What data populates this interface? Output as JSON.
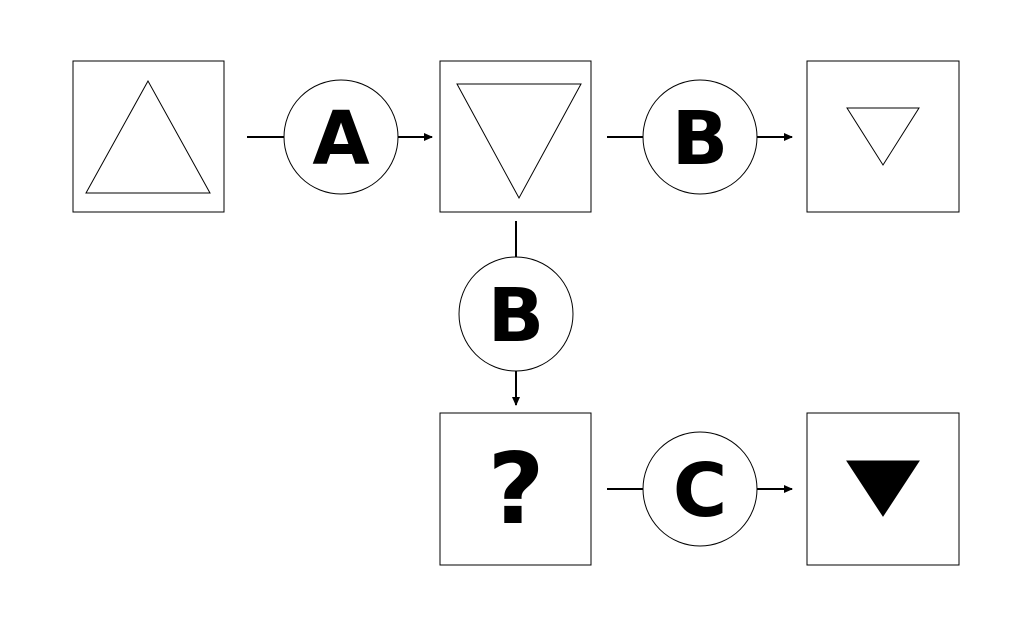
{
  "diagram": {
    "operations": {
      "a": "A",
      "b_right": "B",
      "b_down": "B",
      "c": "C"
    },
    "unknown": "?",
    "cells": {
      "start": "triangle-large-up-outline",
      "after_a": "triangle-large-down-outline",
      "after_b": "triangle-small-down-outline",
      "question": "question-mark",
      "result": "triangle-medium-down-filled"
    },
    "colors": {
      "stroke": "#000000",
      "fill": "#ffffff"
    }
  }
}
